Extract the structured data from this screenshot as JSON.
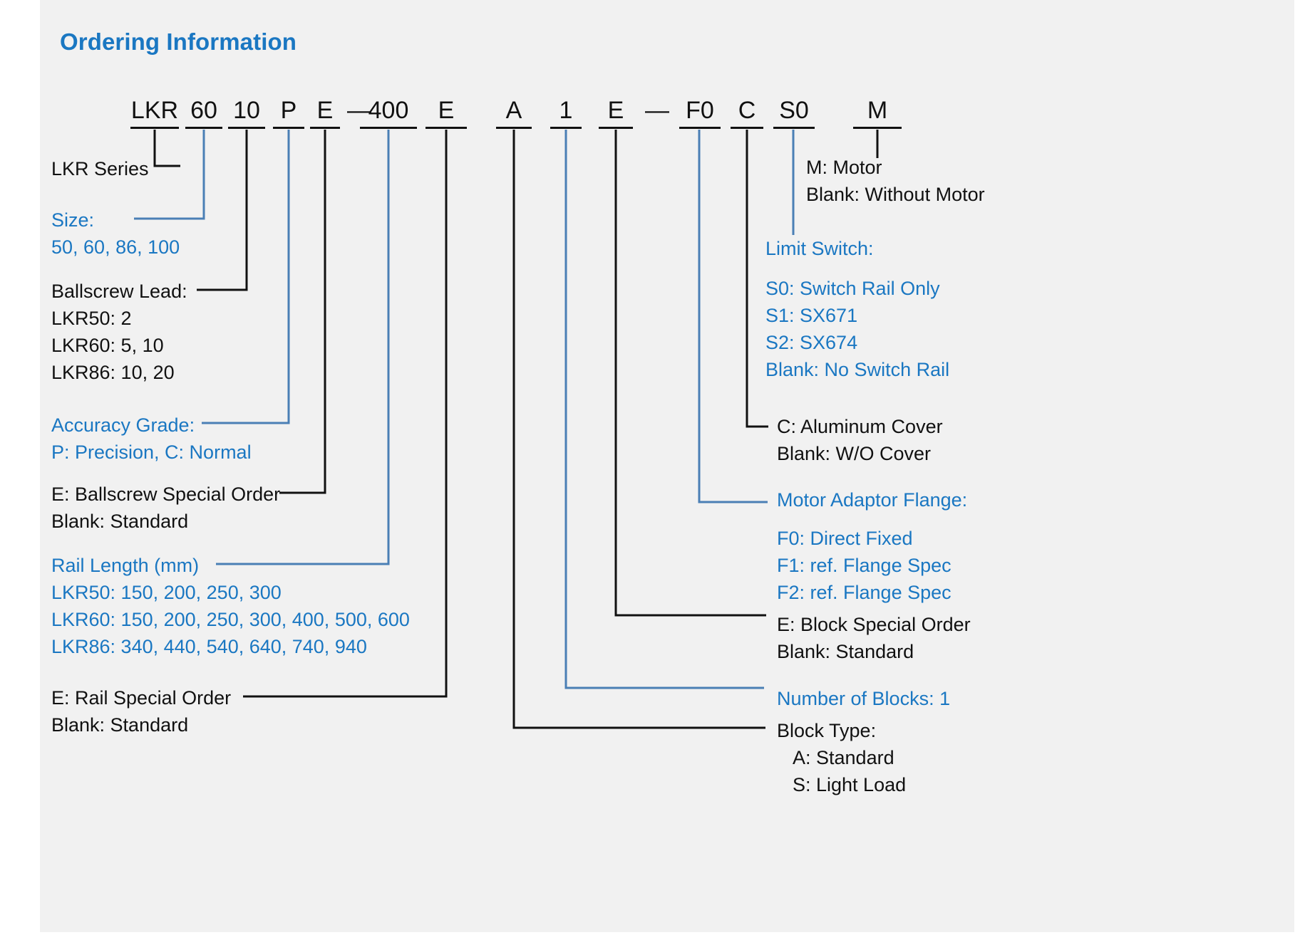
{
  "page": {
    "title": "Ordering Information",
    "background_color": "#f1f1f1",
    "accent_color": "#1a77c2",
    "wire_black": "#111111",
    "wire_blue": "#4a7fb5"
  },
  "part_number": {
    "cells": [
      {
        "text": "LKR"
      },
      {
        "text": "60"
      },
      {
        "text": "10"
      },
      {
        "text": "P"
      },
      {
        "text": "E"
      },
      {
        "text": "400"
      },
      {
        "text": "E"
      },
      {
        "text": "A"
      },
      {
        "text": "1"
      },
      {
        "text": "E"
      },
      {
        "text": "F0"
      },
      {
        "text": "C"
      },
      {
        "text": "S0"
      },
      {
        "text": "M"
      }
    ],
    "separators": [
      "—",
      "—"
    ]
  },
  "left_labels": [
    {
      "id": "lkr-series",
      "color": "black",
      "lines": [
        "LKR Series"
      ]
    },
    {
      "id": "size",
      "color": "blue",
      "lines": [
        "Size:",
        "50, 60, 86, 100"
      ]
    },
    {
      "id": "ballscrew-lead",
      "color": "black",
      "lines": [
        "Ballscrew Lead:",
        "LKR50: 2",
        "LKR60: 5, 10",
        "LKR86: 10, 20"
      ]
    },
    {
      "id": "accuracy-grade",
      "color": "blue",
      "lines": [
        "Accuracy Grade:",
        "P: Precision, C: Normal"
      ]
    },
    {
      "id": "ballscrew-special",
      "color": "black",
      "lines": [
        "E: Ballscrew Special Order",
        "Blank: Standard"
      ]
    },
    {
      "id": "rail-length",
      "color": "blue",
      "lines": [
        "Rail Length (mm)",
        "LKR50: 150, 200, 250, 300",
        "LKR60: 150, 200, 250, 300, 400, 500, 600",
        "LKR86: 340, 440, 540, 640, 740, 940"
      ]
    },
    {
      "id": "rail-special",
      "color": "black",
      "lines": [
        "E: Rail Special Order",
        "Blank: Standard"
      ]
    }
  ],
  "right_labels": [
    {
      "id": "motor",
      "color": "black",
      "lines": [
        "M: Motor",
        "Blank: Without Motor"
      ]
    },
    {
      "id": "limit-switch",
      "color": "blue",
      "lines": [
        "Limit Switch:",
        "",
        "S0: Switch Rail Only",
        "S1: SX671",
        "S2: SX674",
        "Blank: No Switch Rail"
      ]
    },
    {
      "id": "cover",
      "color": "black",
      "lines": [
        "C: Aluminum Cover",
        "Blank: W/O Cover"
      ]
    },
    {
      "id": "motor-adaptor",
      "color": "blue",
      "lines": [
        "Motor Adaptor Flange:",
        "",
        "F0: Direct Fixed",
        "F1: ref. Flange Spec",
        "F2: ref. Flange Spec"
      ]
    },
    {
      "id": "block-special",
      "color": "black",
      "lines": [
        "E: Block Special Order",
        "Blank: Standard"
      ]
    },
    {
      "id": "number-of-blocks",
      "color": "blue",
      "lines": [
        "Number of Blocks: 1"
      ]
    },
    {
      "id": "block-type",
      "color": "black",
      "lines": [
        "Block Type:",
        "A: Standard",
        "S: Light Load"
      ]
    }
  ]
}
